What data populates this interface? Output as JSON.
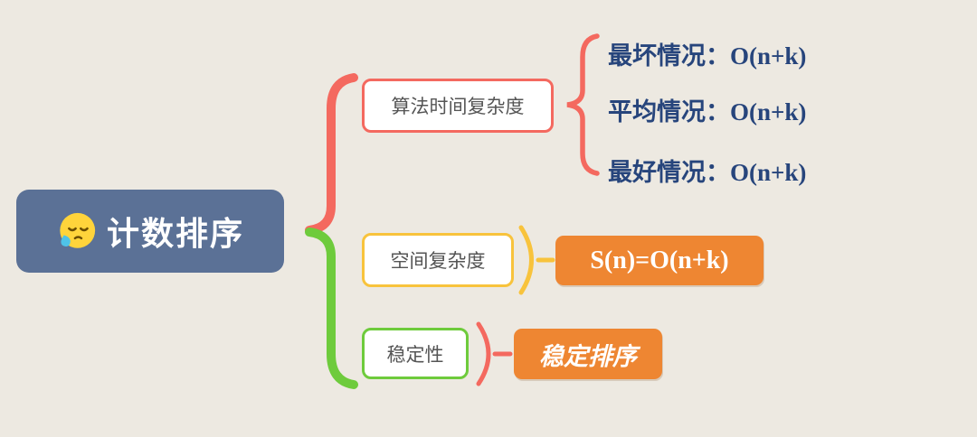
{
  "root": {
    "label": "计数排序",
    "icon": "sleepy-face-emoji"
  },
  "branches": [
    {
      "label": "算法时间复杂度",
      "children": [
        "最坏情况：O(n+k)",
        "平均情况：O(n+k)",
        "最好情况：O(n+k)"
      ]
    },
    {
      "label": "空间复杂度",
      "result": "S(n)=O(n+k)"
    },
    {
      "label": "稳定性",
      "result": "稳定排序"
    }
  ],
  "colors": {
    "background": "#ede9e1",
    "root_fill": "#5b7196",
    "branch_time": "#f4695f",
    "branch_space": "#f8c33c",
    "branch_stability": "#6ecb3c",
    "result_fill": "#ee8632",
    "leaf_text": "#27457c",
    "topic_text": "#555555",
    "emoji_face": "#ffd43b",
    "emoji_drop": "#4fc3e8"
  }
}
